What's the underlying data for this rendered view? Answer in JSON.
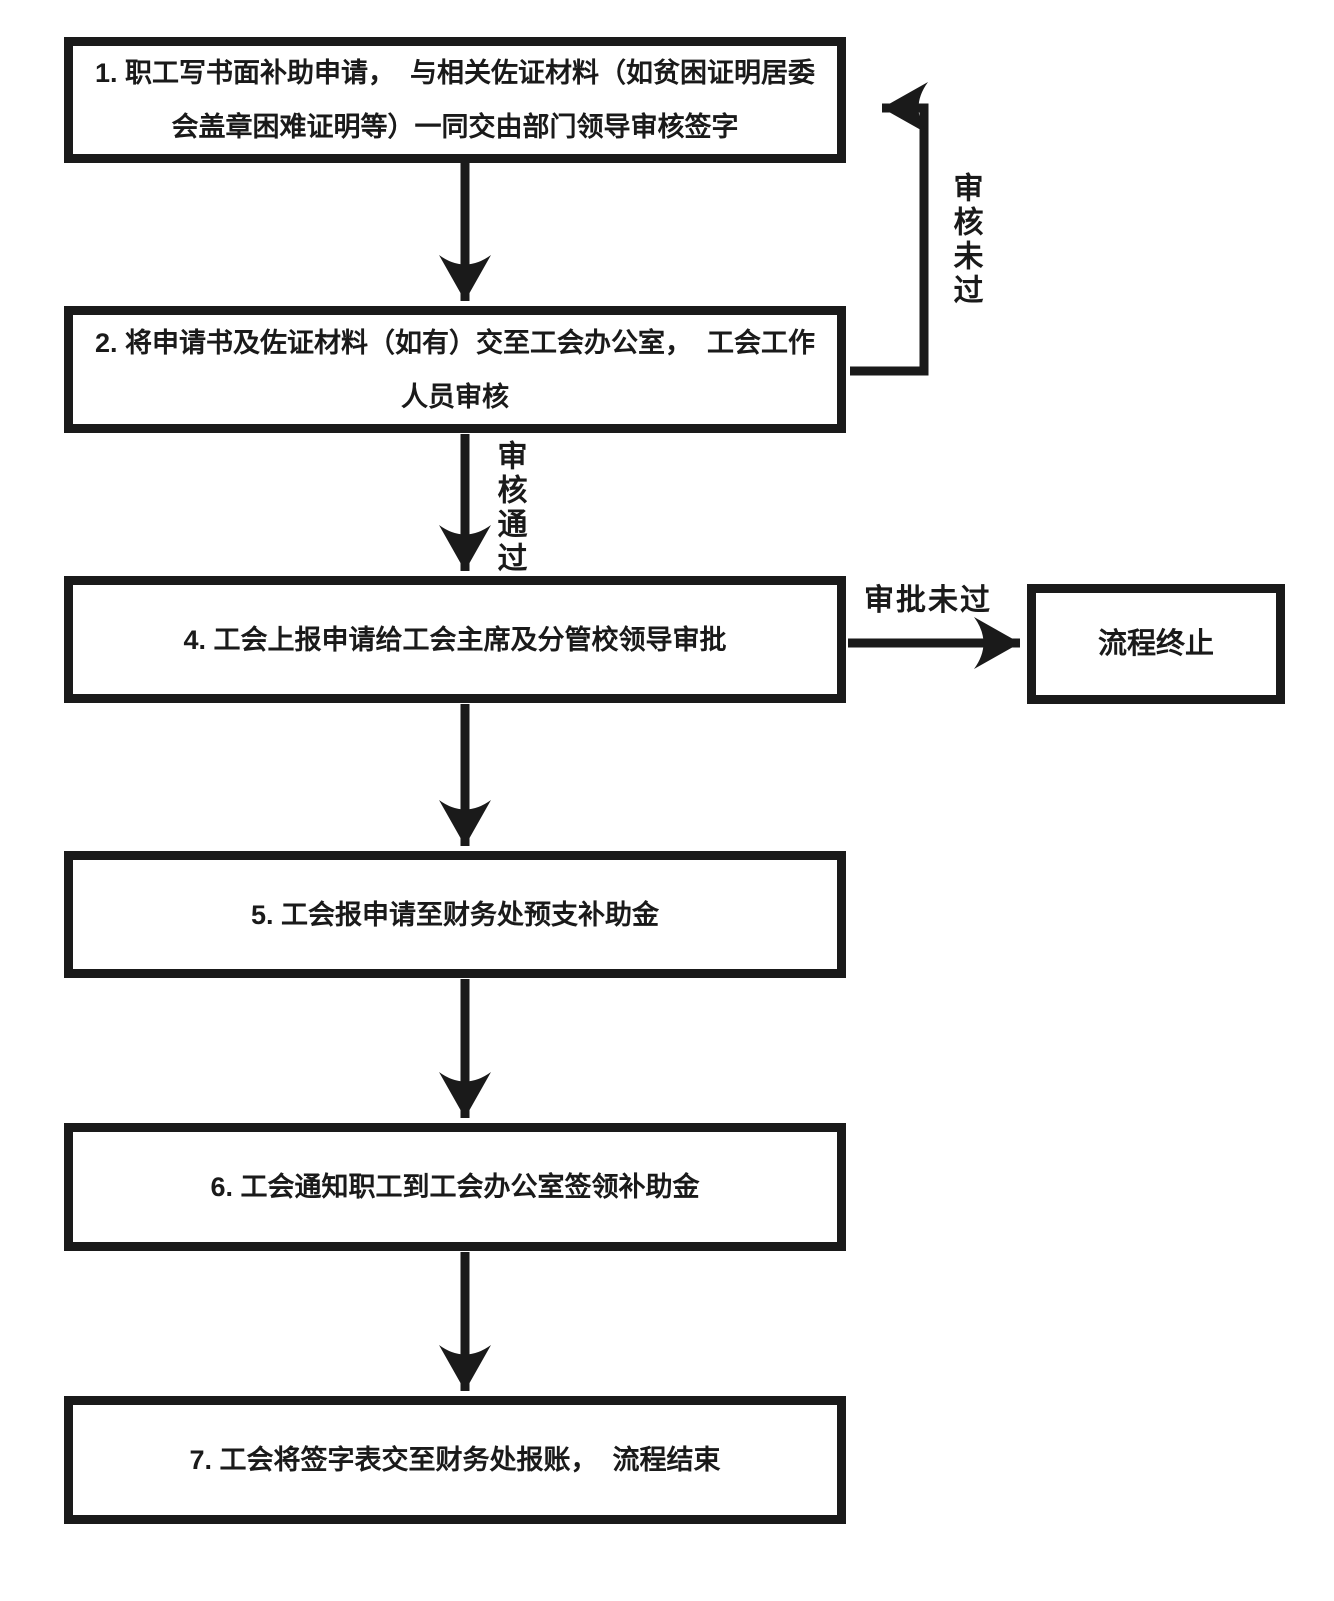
{
  "diagram": {
    "type": "flowchart",
    "language": "zh-CN",
    "colors": {
      "line": "#1a1a1a",
      "background": "#ffffff"
    },
    "nodes": [
      {
        "id": "step1",
        "label": "1. 职工写书面补助申请，  与相关佐证材料（如贫困证明居委\n会盖章困难证明等）一同交由部门领导审核签字"
      },
      {
        "id": "step2",
        "label": "2. 将申请书及佐证材料（如有）交至工会办公室，  工会工作\n人员审核"
      },
      {
        "id": "step4",
        "label": "4. 工会上报申请给工会主席及分管校领导审批"
      },
      {
        "id": "terminate",
        "label": "流程终止"
      },
      {
        "id": "step5",
        "label": "5. 工会报申请至财务处预支补助金"
      },
      {
        "id": "step6",
        "label": "6. 工会通知职工到工会办公室签领补助金"
      },
      {
        "id": "step7",
        "label": "7. 工会将签字表交至财务处报账，  流程结束"
      }
    ],
    "edge_labels": {
      "review_failed": "审核未过",
      "review_passed": "审核通过",
      "approval_failed": "审批未过"
    },
    "edges": [
      {
        "from": "step1",
        "to": "step2",
        "label": ""
      },
      {
        "from": "step2",
        "to": "step1",
        "label": "审核未过"
      },
      {
        "from": "step2",
        "to": "step4",
        "label": "审核通过"
      },
      {
        "from": "step4",
        "to": "terminate",
        "label": "审批未过"
      },
      {
        "from": "step4",
        "to": "step5",
        "label": ""
      },
      {
        "from": "step5",
        "to": "step6",
        "label": ""
      },
      {
        "from": "step6",
        "to": "step7",
        "label": ""
      }
    ]
  }
}
